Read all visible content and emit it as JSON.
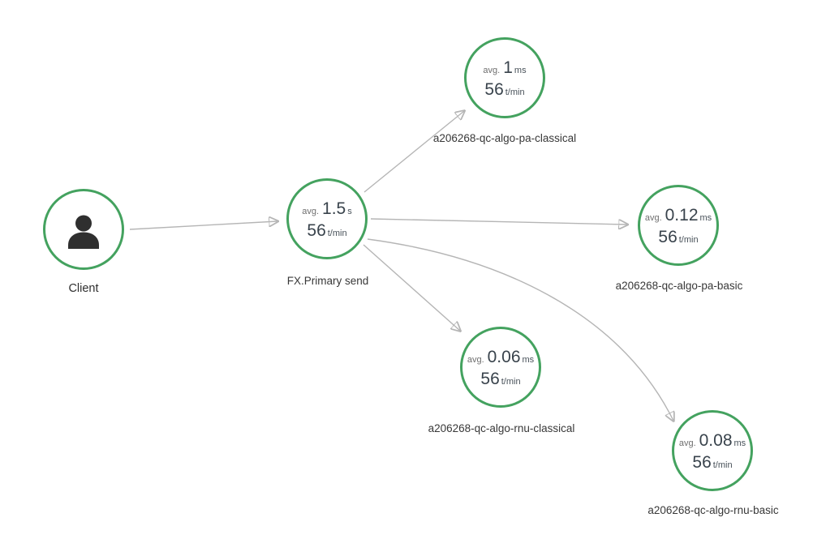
{
  "diagram_type": "service-flow-map",
  "colors": {
    "node_border": "#44a25f",
    "edge_line": "#b5b5b5",
    "arrowhead": "#9d9d9d",
    "metric_number": "#39434c",
    "metric_label": "#6e6e6e",
    "node_label": "#383838",
    "user_icon": "#2f2f2f",
    "background": "#ffffff"
  },
  "nodes": [
    {
      "id": "client",
      "type": "client",
      "label": "Client",
      "icon": "user-icon"
    },
    {
      "id": "fx-primary-send",
      "type": "service",
      "label": "FX.Primary send",
      "avg_label": "avg.",
      "avg_value": "1.5",
      "avg_unit": "s",
      "rate_value": "56",
      "rate_unit": "t/min"
    },
    {
      "id": "pa-classical",
      "type": "service",
      "label": "a206268-qc-algo-pa-classical",
      "avg_label": "avg.",
      "avg_value": "1",
      "avg_unit": "ms",
      "rate_value": "56",
      "rate_unit": "t/min"
    },
    {
      "id": "pa-basic",
      "type": "service",
      "label": "a206268-qc-algo-pa-basic",
      "avg_label": "avg.",
      "avg_value": "0.12",
      "avg_unit": "ms",
      "rate_value": "56",
      "rate_unit": "t/min"
    },
    {
      "id": "rnu-classical",
      "type": "service",
      "label": "a206268-qc-algo-rnu-classical",
      "avg_label": "avg.",
      "avg_value": "0.06",
      "avg_unit": "ms",
      "rate_value": "56",
      "rate_unit": "t/min"
    },
    {
      "id": "rnu-basic",
      "type": "service",
      "label": "a206268-qc-algo-rnu-basic",
      "avg_label": "avg.",
      "avg_value": "0.08",
      "avg_unit": "ms",
      "rate_value": "56",
      "rate_unit": "t/min"
    }
  ],
  "edges": [
    {
      "from": "Client",
      "to": "FX.Primary send"
    },
    {
      "from": "FX.Primary send",
      "to": "a206268-qc-algo-pa-classical"
    },
    {
      "from": "FX.Primary send",
      "to": "a206268-qc-algo-pa-basic"
    },
    {
      "from": "FX.Primary send",
      "to": "a206268-qc-algo-rnu-classical"
    },
    {
      "from": "FX.Primary send",
      "to": "a206268-qc-algo-rnu-basic"
    }
  ]
}
